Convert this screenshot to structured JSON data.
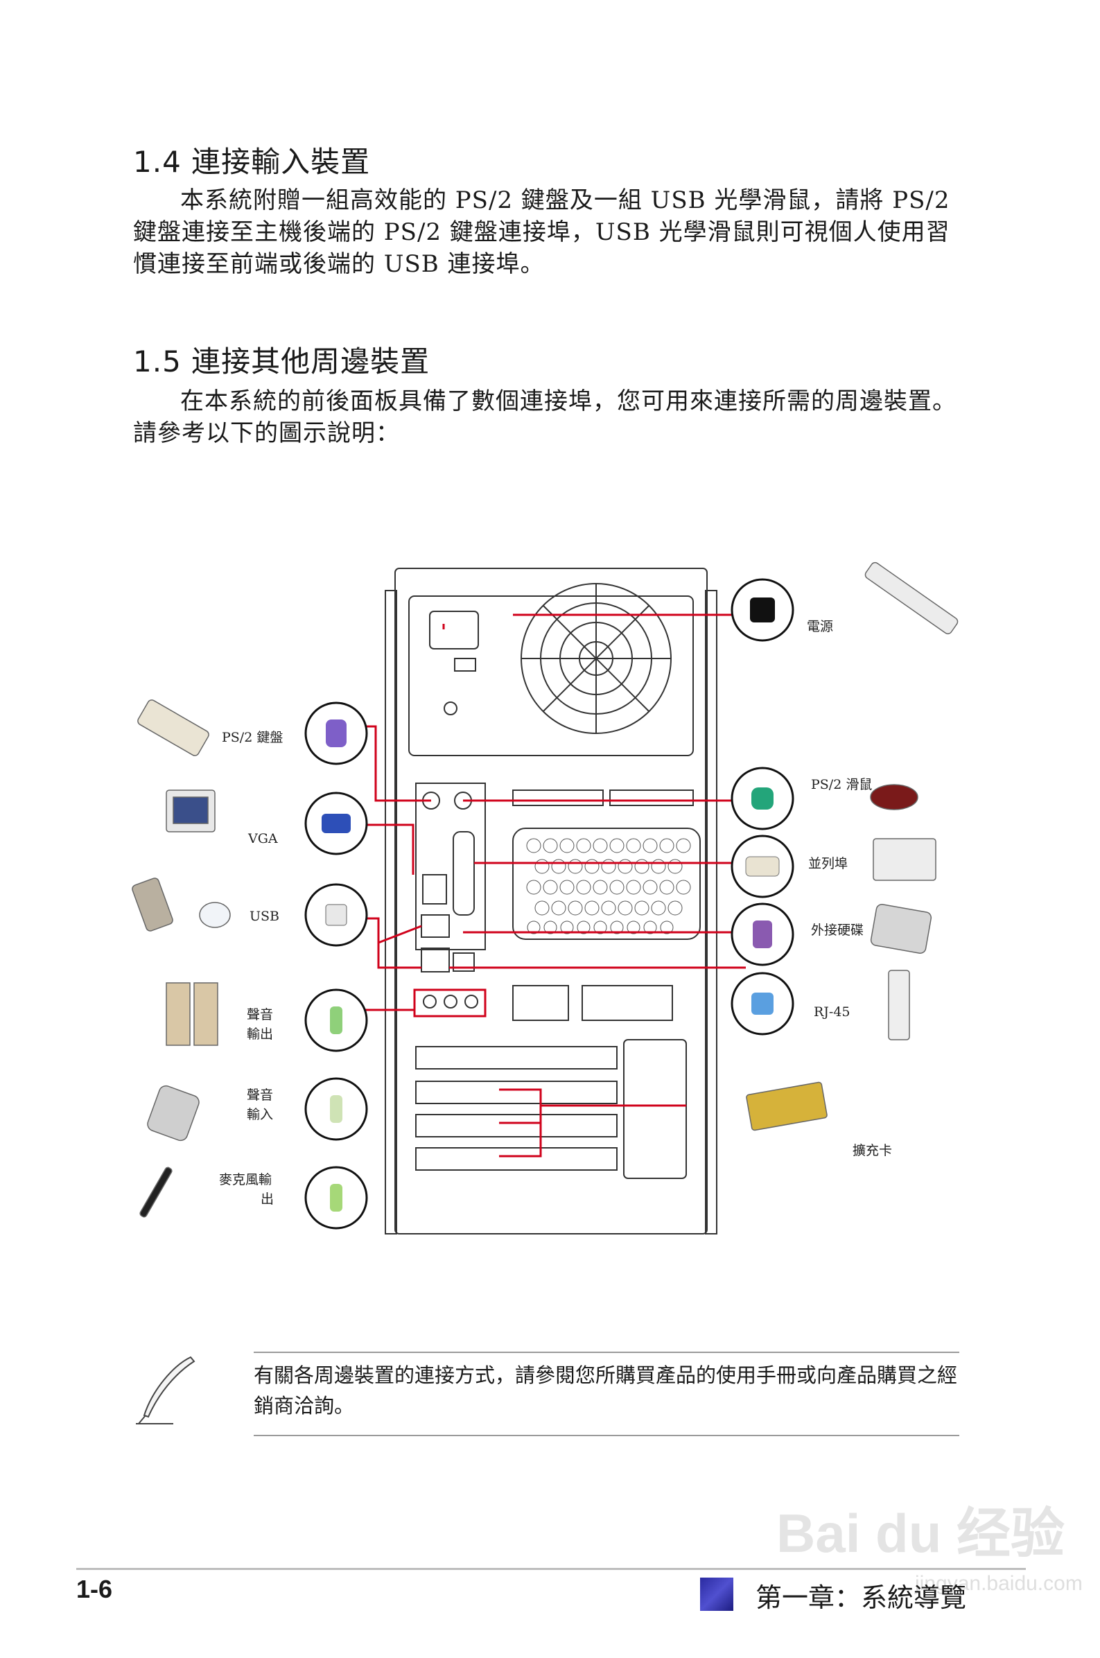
{
  "section_1_4": {
    "heading": "1.4 連接輸入裝置",
    "body": "本系統附贈一組高效能的 PS/2 鍵盤及一組 USB 光學滑鼠，請將 PS/2 鍵盤連接至主機後端的 PS/2 鍵盤連接埠，USB 光學滑鼠則可視個人使用習慣連接至前端或後端的 USB 連接埠。"
  },
  "section_1_5": {
    "heading": "1.5 連接其他周邊裝置",
    "body": "在本系統的前後面板具備了數個連接埠，您可用來連接所需的周邊裝置。請參考以下的圖示說明："
  },
  "diagram": {
    "left_labels": {
      "keyboard": "PS/2 鍵盤",
      "vga": "VGA",
      "usb": "USB",
      "audio_out_1": "聲音",
      "audio_out_2": "輸出",
      "audio_in_1": "聲音",
      "audio_in_2": "輸入",
      "mic_1": "麥克風輸",
      "mic_2": "出"
    },
    "right_labels": {
      "power": "電源",
      "mouse": "PS/2 滑鼠",
      "parallel": "並列埠",
      "external_hdd": "外接硬碟",
      "rj45": "RJ-45",
      "expansion": "擴充卡"
    },
    "accent_color": "#d0021b"
  },
  "note": {
    "text": "有關各周邊裝置的連接方式，請參閱您所購買產品的使用手冊或向產品購買之經銷商洽詢。"
  },
  "footer": {
    "page_number": "1-6",
    "chapter": "第一章：系統導覽"
  },
  "watermark": {
    "text": "Bai du 经验",
    "sub": "jingyan.baidu.com"
  }
}
